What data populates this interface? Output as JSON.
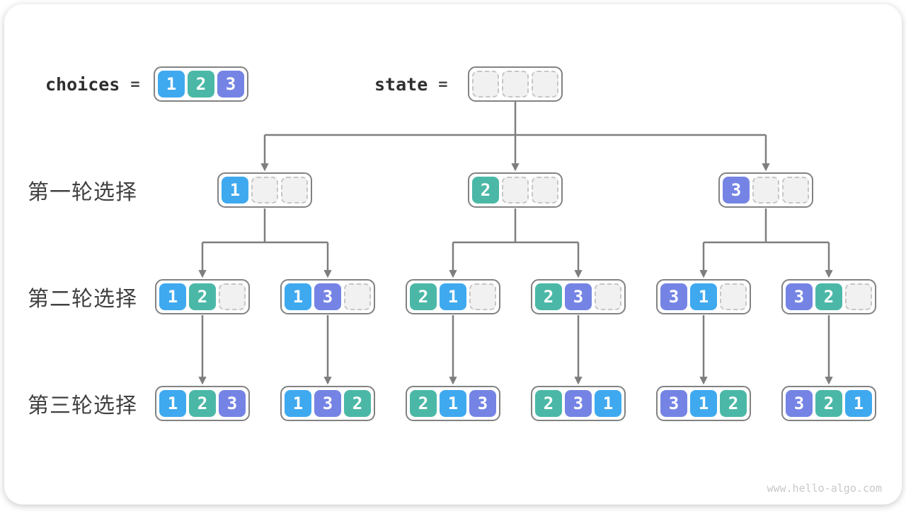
{
  "header": {
    "choices_label": "choices",
    "state_label": "state",
    "equals": "=",
    "choices_values": [
      "1",
      "2",
      "3"
    ],
    "state_slot_count": 3
  },
  "slots_per_node": 3,
  "rows": [
    {
      "label": "第一轮选择",
      "nodes": [
        [
          "1"
        ],
        [
          "2"
        ],
        [
          "3"
        ]
      ]
    },
    {
      "label": "第二轮选择",
      "nodes": [
        [
          "1",
          "2"
        ],
        [
          "1",
          "3"
        ],
        [
          "2",
          "1"
        ],
        [
          "2",
          "3"
        ],
        [
          "3",
          "1"
        ],
        [
          "3",
          "2"
        ]
      ]
    },
    {
      "label": "第三轮选择",
      "nodes": [
        [
          "1",
          "2",
          "3"
        ],
        [
          "1",
          "3",
          "2"
        ],
        [
          "2",
          "1",
          "3"
        ],
        [
          "2",
          "3",
          "1"
        ],
        [
          "3",
          "1",
          "2"
        ],
        [
          "3",
          "2",
          "1"
        ]
      ]
    }
  ],
  "colors": {
    "value_1": "#3fa9ef",
    "value_2": "#4bb8a7",
    "value_3": "#7584e4",
    "empty_fill": "#f1f1f1",
    "empty_dash": "#c6c6c6",
    "container_border": "#828282",
    "arrow": "#7e7e7e"
  },
  "watermark": "www.hello-algo.com"
}
